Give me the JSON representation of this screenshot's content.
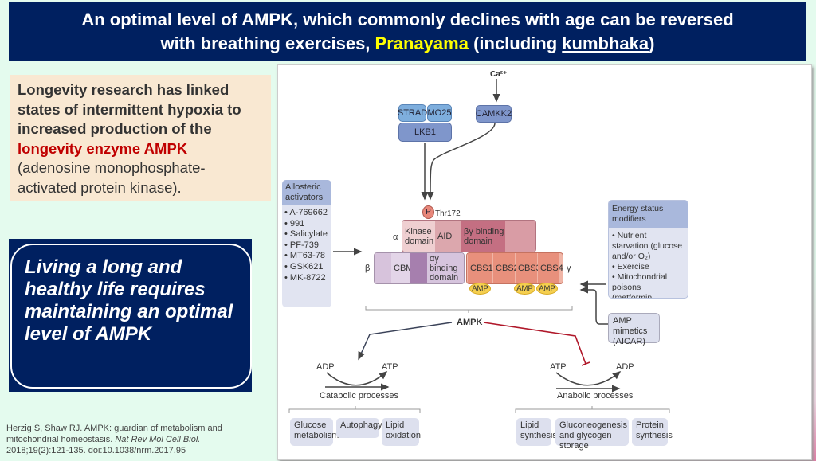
{
  "title": {
    "line1": "An optimal level of AMPK, which commonly declines with age  can be reversed",
    "line2_pre": "with breathing exercises, ",
    "line2_highlight": "Pranayama",
    "line2_mid": " (including ",
    "line2_underline": "kumbhaka",
    "line2_post": ")"
  },
  "info": {
    "bold": "Longevity research has linked states of intermittent hypoxia to increased production of the",
    "red": "longevity enzyme AMPK",
    "normal": "(adenosine monophosphate-activated protein kinase)."
  },
  "callout": "Living a long and healthy life requires maintaining an optimal level of AMPK",
  "citation": {
    "pre": "Herzig S, Shaw RJ. AMPK: guardian of metabolism and mitochondrial homeostasis. ",
    "journal": "Nat Rev Mol Cell Biol.",
    "post": " 2018;19(2):121-135. doi:10.1038/nrm.2017.95"
  },
  "diagram": {
    "ca": "Ca²⁺",
    "strad": "STRAD",
    "mo25": "MO25",
    "lkb1": "LKB1",
    "camkk2": "CAMKK2",
    "p": "P",
    "thr": "Thr172",
    "alpha": "α",
    "beta": "β",
    "gamma": "γ",
    "kinase": "Kinase domain",
    "aid": "AID",
    "bg": "βγ binding domain",
    "cbm": "CBM",
    "ag": "αγ binding domain",
    "cbs": [
      "CBS1",
      "CBS2",
      "CBS3",
      "CBS4"
    ],
    "amp": "AMP",
    "allosteric": {
      "title": "Allosteric activators",
      "items": [
        "A-769662",
        "991",
        "Salicylate",
        "PF-739",
        "MT63-78",
        "GSK621",
        "MK-8722"
      ]
    },
    "energy": {
      "title": "Energy status modifiers",
      "items": [
        "Nutrient starvation (glucose and/or O₂)",
        "Exercise",
        "Mitochondrial poisons (metformin, rotenone, CCCP)"
      ]
    },
    "mimetics": "AMP mimetics (AICAR)",
    "ampk": "AMPK",
    "left": {
      "in": "ADP",
      "out": "ATP",
      "label": "Catabolic processes",
      "items": [
        "Glucose metabolism",
        "Autophagy",
        "Lipid oxidation"
      ]
    },
    "right": {
      "in": "ATP",
      "out": "ADP",
      "label": "Anabolic processes",
      "items": [
        "Lipid synthesis",
        "Gluconeogenesis and glycogen storage",
        "Protein synthesis"
      ]
    }
  }
}
